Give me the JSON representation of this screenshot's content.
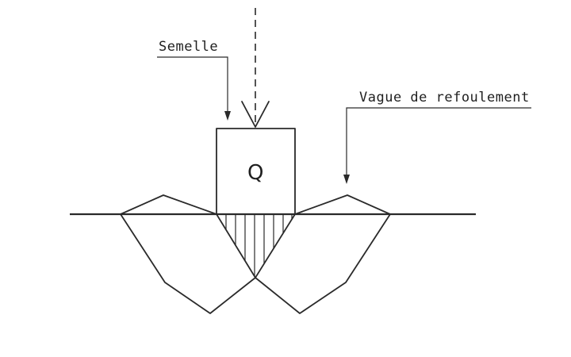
{
  "labels": {
    "footing": "Semelle",
    "heave": "Vague de refoulement",
    "load": "Q"
  },
  "colors": {
    "ink": "#2a2a2a",
    "background": "#ffffff"
  }
}
